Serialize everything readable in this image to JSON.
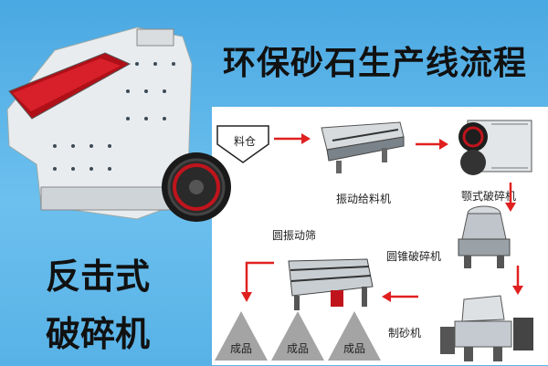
{
  "title": "环保砂石生产线流程",
  "main_machine": {
    "line1": "反击式",
    "line2": "破碎机"
  },
  "flow": {
    "hopper": "料仓",
    "vibrating_feeder": "振动给料机",
    "jaw_crusher": "颚式破碎机",
    "cone_crusher": "圆锥破碎机",
    "sand_maker": "制砂机",
    "vibrating_screen": "圆振动筛",
    "products": [
      "成品",
      "成品",
      "成品"
    ]
  },
  "colors": {
    "background": "#5ab3e6",
    "arrow": "#e02020",
    "accent_red": "#c0141c"
  }
}
